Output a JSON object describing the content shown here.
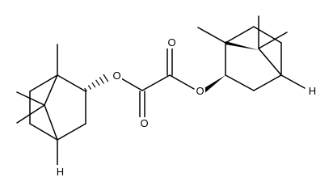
{
  "molecule": {
    "atoms": {
      "o1": "O",
      "o2": "O",
      "o3": "O",
      "o4": "O",
      "h1": "H",
      "h2": "H"
    }
  }
}
